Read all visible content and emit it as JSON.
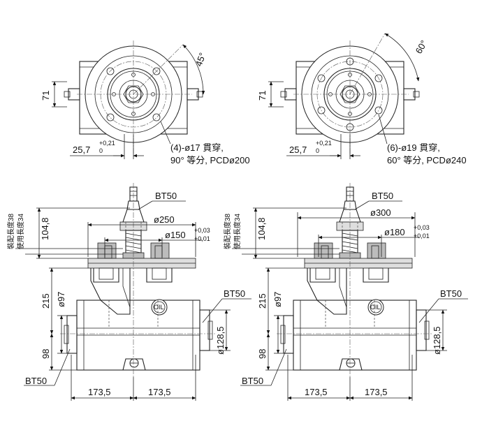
{
  "drawing": {
    "top_left": {
      "angle": "45°",
      "dim_71": "71",
      "dim_offset": "25,7",
      "tol_plus": "+0,21",
      "tol_zero": "0",
      "note_line1": "(4)-ø17 貫穿,",
      "note_line2": "90° 等分, PCDø200"
    },
    "top_right": {
      "angle": "60°",
      "dim_71": "71",
      "dim_offset": "25,7",
      "tol_plus": "+0,21",
      "tol_zero": "0",
      "note_line1": "(6)-ø19 貫穿,",
      "note_line2": "60° 等分, PCDø240"
    },
    "bottom_left": {
      "bt_top": "BT50",
      "bt_side": "BT50",
      "bt_bottom": "BT50",
      "install_len": "裝配長度38",
      "use_len": "使用長度34",
      "dim_104": "104,8",
      "dim_flange": "ø250",
      "dim_spigot": "ø150",
      "tol_plus": "+0,03",
      "tol_minus": "+0,01",
      "dim_215": "215",
      "dim_97": "ø97",
      "dim_98": "98",
      "dim_128": "ø128,5",
      "dim_left": "173,5",
      "dim_right": "173,5",
      "oil": "OIL"
    },
    "bottom_right": {
      "bt_top": "BT50",
      "bt_side": "BT50",
      "bt_bottom": "BT50",
      "install_len": "裝配長度38",
      "use_len": "使用長度34",
      "dim_104": "104,8",
      "dim_flange": "ø300",
      "dim_spigot": "ø180",
      "tol_plus": "+0,03",
      "tol_minus": "+0,01",
      "dim_215": "215",
      "dim_97": "ø97",
      "dim_98": "98",
      "dim_128": "ø128,5",
      "dim_left": "173,5",
      "dim_right": "173,5",
      "oil": "OIL"
    }
  }
}
